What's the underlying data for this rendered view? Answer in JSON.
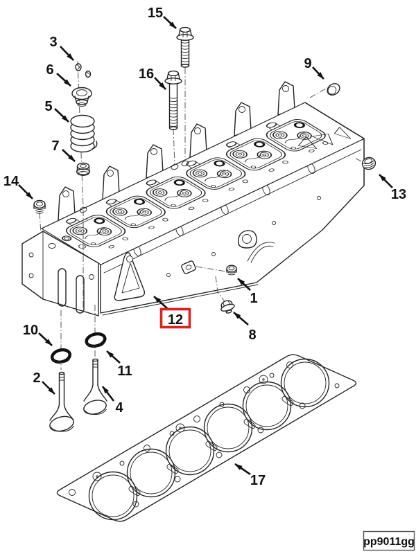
{
  "figure": {
    "background": "#ffffff",
    "line_color": "#222222",
    "centerline_color": "#666666",
    "highlight_color": "#e0201a",
    "code_label": "pp9011gg",
    "highlighted_callout": "12"
  },
  "callouts": [
    {
      "label": "1"
    },
    {
      "label": "2"
    },
    {
      "label": "3"
    },
    {
      "label": "4"
    },
    {
      "label": "5"
    },
    {
      "label": "6"
    },
    {
      "label": "7"
    },
    {
      "label": "8"
    },
    {
      "label": "9"
    },
    {
      "label": "10"
    },
    {
      "label": "11"
    },
    {
      "label": "12"
    },
    {
      "label": "13"
    },
    {
      "label": "14"
    },
    {
      "label": "15"
    },
    {
      "label": "16"
    },
    {
      "label": "17"
    }
  ]
}
